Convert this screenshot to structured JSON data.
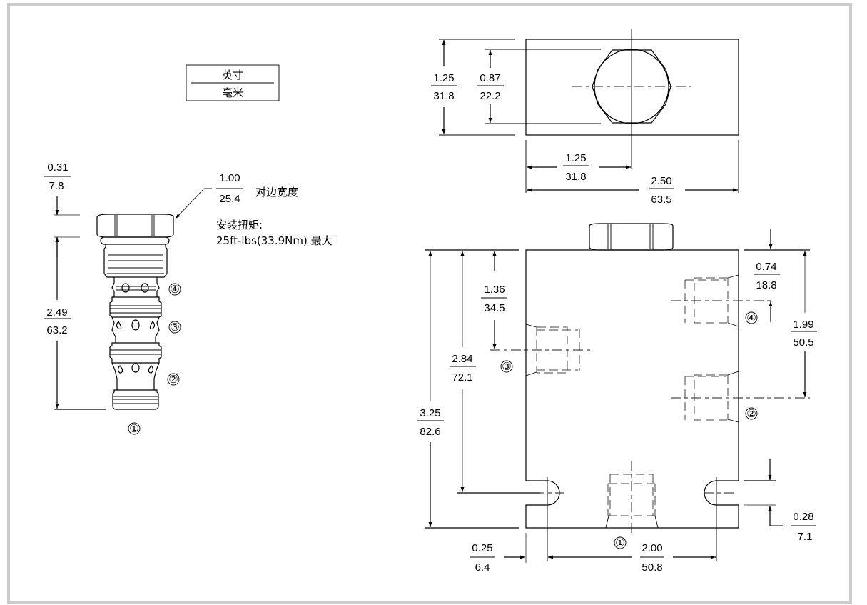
{
  "legend": {
    "top": "英寸",
    "bottom": "毫米"
  },
  "cartridge": {
    "hex_height": {
      "in": "0.31",
      "mm": "7.8"
    },
    "hex_across_flats": {
      "in": "1.00",
      "mm": "25.4",
      "note": "对边宽度"
    },
    "torque": {
      "label": "安装扭矩:",
      "value": "25ft-lbs(33.9Nm) 最大"
    },
    "length": {
      "in": "2.49",
      "mm": "63.2"
    },
    "ports": [
      "①",
      "②",
      "③",
      "④"
    ]
  },
  "block_top_view": {
    "height": {
      "in": "1.25",
      "mm": "31.8"
    },
    "cavity_dia": {
      "in": "0.87",
      "mm": "22.2"
    },
    "center_offset": {
      "in": "1.25",
      "mm": "31.8"
    },
    "width": {
      "in": "2.50",
      "mm": "63.5"
    }
  },
  "block_front_view": {
    "port3_depth": {
      "in": "1.36",
      "mm": "34.5"
    },
    "slot_depth": {
      "in": "2.84",
      "mm": "72.1"
    },
    "height": {
      "in": "3.25",
      "mm": "82.6"
    },
    "port4_depth": {
      "in": "0.74",
      "mm": "18.8"
    },
    "port2_depth": {
      "in": "1.99",
      "mm": "50.5"
    },
    "slot_width": {
      "in": "0.28",
      "mm": "7.1"
    },
    "slot_offset": {
      "in": "0.25",
      "mm": "6.4"
    },
    "slot_spacing": {
      "in": "2.00",
      "mm": "50.8"
    },
    "ports": {
      "p1": "①",
      "p2": "②",
      "p3": "③",
      "p4": "④"
    }
  }
}
